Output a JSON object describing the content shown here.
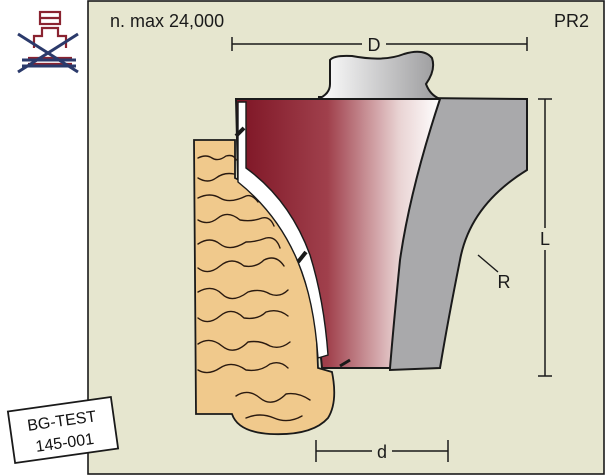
{
  "header": {
    "speed_label": "n. max 24,000",
    "profile_code": "PR2"
  },
  "dimensions": {
    "diameter": "D",
    "length": "L",
    "radius": "R",
    "shank_diameter": "d"
  },
  "badge": {
    "line1": "BG-TEST",
    "line2": "145-001"
  },
  "icons": {
    "no_table_icon": "crossed-out-router-table-icon"
  },
  "colors": {
    "background": "#e6e6cf",
    "frame": "#1a1a1a",
    "cutter_red": "#8b1a2a",
    "steel_gray": "#a9a9ab",
    "wood": "#f0c98c",
    "wood_grain": "#2a1a10",
    "icon_red": "#8a2330",
    "icon_navy": "#2b3a6b"
  }
}
